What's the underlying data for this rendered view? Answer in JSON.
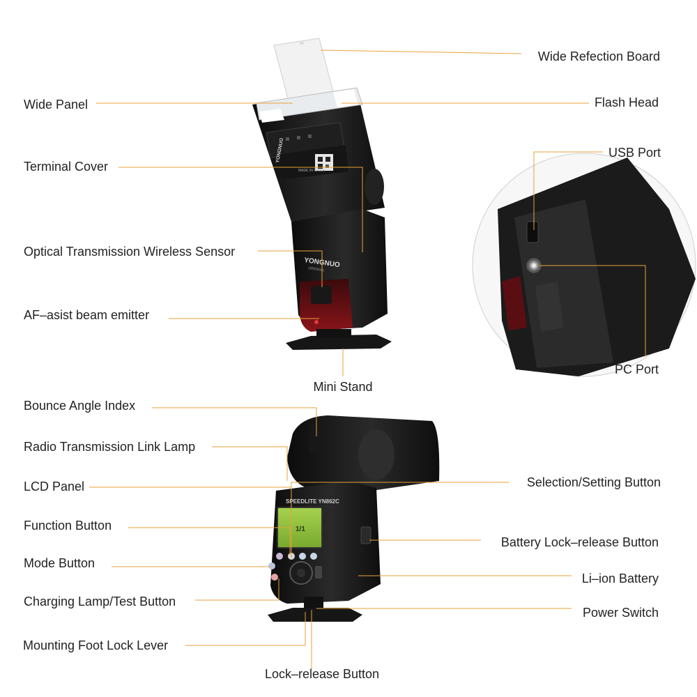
{
  "colors": {
    "leader": "#e8a23a",
    "body": "#1a1a1a",
    "lcd": "#8fc13e",
    "red_window": "#6b0f14",
    "background": "#ffffff"
  },
  "product": {
    "front_brand": "YONGNUO",
    "front_brand_sub": "ORIGINAL",
    "back_model": "SPEEDLITE YN862C",
    "back_lcd_value": "1/1",
    "head_label_brand": "YONGNUO",
    "head_label_origin": "MADE IN CHINA"
  },
  "labels": {
    "wide_refection_board": "Wide Refection Board",
    "wide_panel": "Wide Panel",
    "flash_head": "Flash Head",
    "terminal_cover": "Terminal Cover",
    "usb_port": "USB Port",
    "optical_sensor": "Optical Transmission Wireless Sensor",
    "af_assist": "AF–asist beam emitter",
    "pc_port": "PC Port",
    "mini_stand": "Mini Stand",
    "bounce_angle_index": "Bounce Angle Index",
    "radio_link_lamp": "Radio Transmission Link Lamp",
    "lcd_panel": "LCD Panel",
    "selection_button": "Selection/Setting Button",
    "function_button": "Function Button",
    "battery_lock": "Battery Lock–release Button",
    "mode_button": "Mode Button",
    "li_ion_battery": "Li–ion Battery",
    "charging_lamp": "Charging Lamp/Test Button",
    "power_switch": "Power Switch",
    "mounting_foot_lever": "Mounting Foot Lock Lever",
    "lock_release_button": "Lock–release Button"
  }
}
